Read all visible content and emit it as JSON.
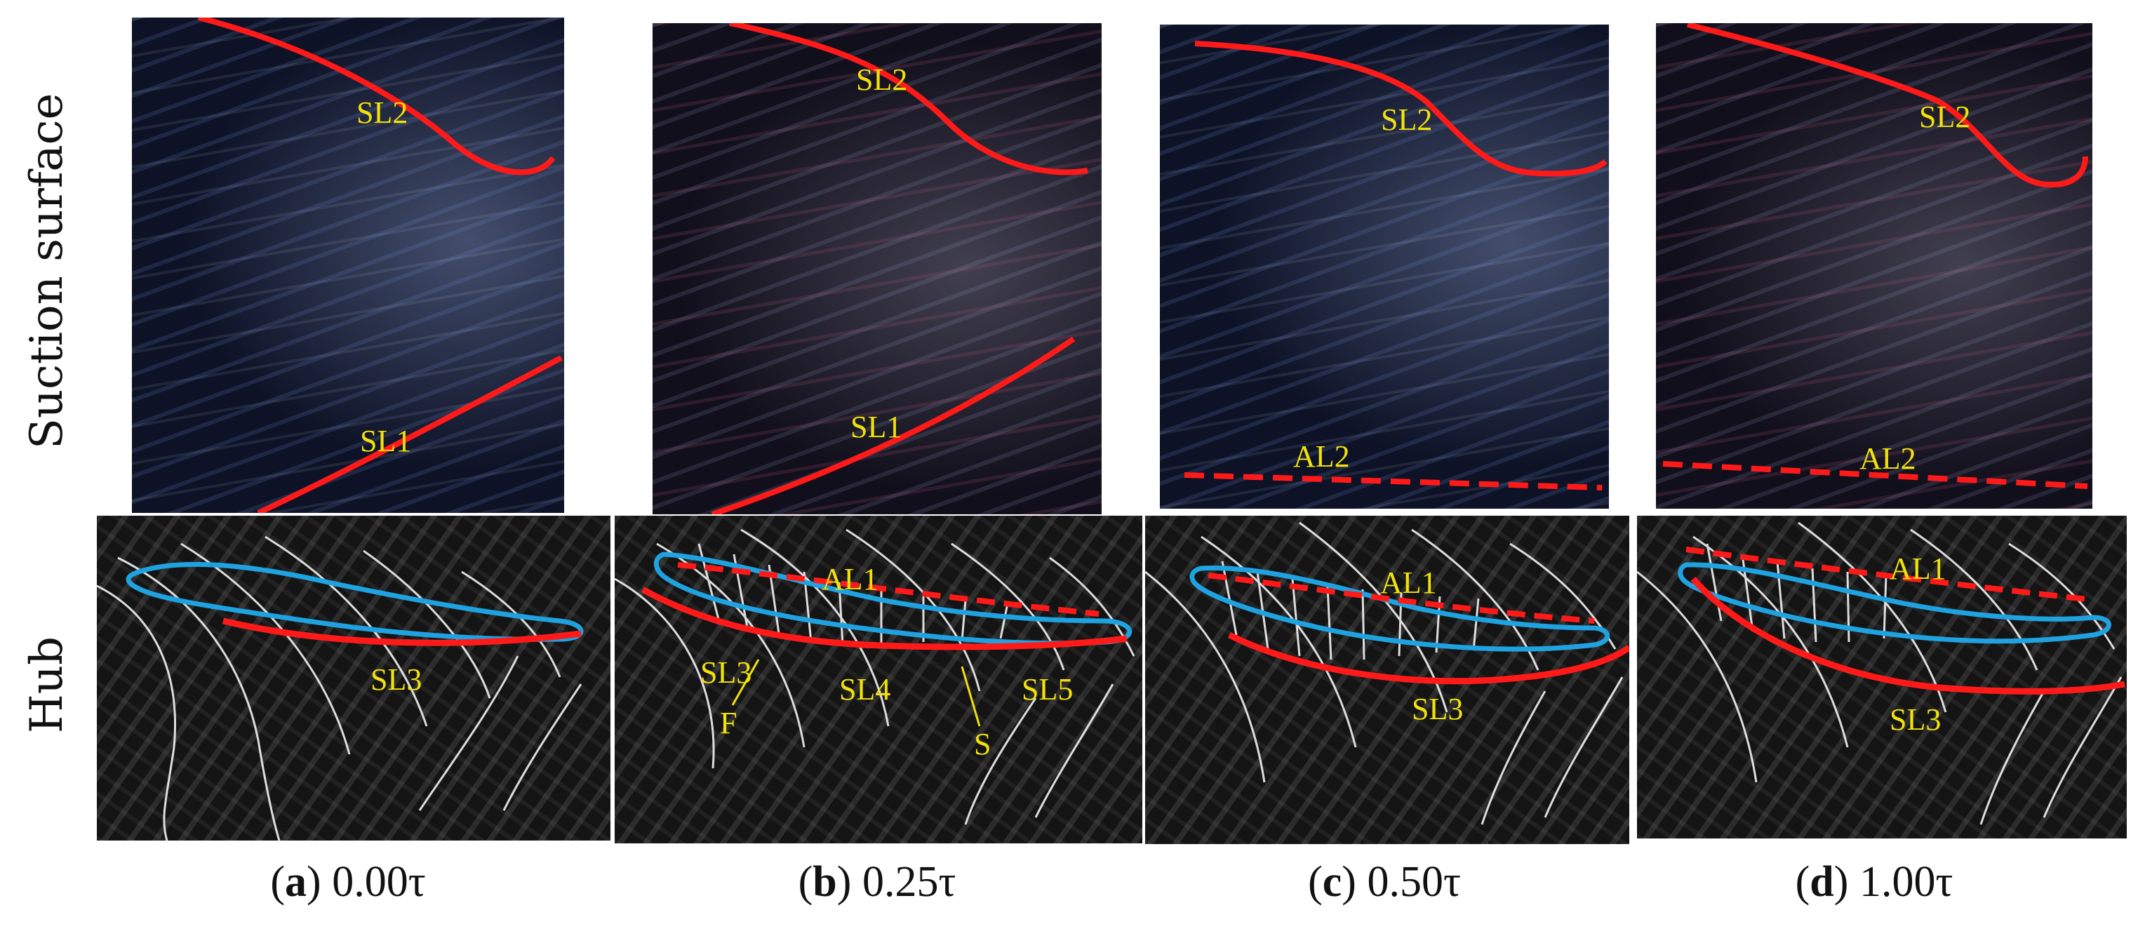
{
  "row_labels": {
    "top": "Suction surface",
    "bottom": "Hub"
  },
  "colors": {
    "separation_line": "#ff1a1a",
    "blade_outline": "#1fa2e0",
    "label_text": "#f2e20a",
    "streamline": "#ffffff"
  },
  "panels": {
    "a": {
      "caption": {
        "open": "(",
        "letter": "a",
        "close": ")",
        "value": " 0.00τ"
      },
      "suction": {
        "sl2": "SL2",
        "sl1": "SL1"
      },
      "hub": {
        "sl3": "SL3"
      }
    },
    "b": {
      "caption": {
        "open": "(",
        "letter": "b",
        "close": ")",
        "value": " 0.25τ"
      },
      "suction": {
        "sl2": "SL2",
        "sl1": "SL1"
      },
      "hub": {
        "al1": "AL1",
        "sl3": "SL3",
        "f": "F",
        "sl4": "SL4",
        "s": "S",
        "sl5": "SL5"
      }
    },
    "c": {
      "caption": {
        "open": "(",
        "letter": "c",
        "close": ")",
        "value": " 0.50τ"
      },
      "suction": {
        "sl2": "SL2",
        "al2": "AL2"
      },
      "hub": {
        "al1": "AL1",
        "sl3": "SL3"
      }
    },
    "d": {
      "caption": {
        "open": "(",
        "letter": "d",
        "close": ")",
        "value": " 1.00τ"
      },
      "suction": {
        "sl2": "SL2",
        "al2": "AL2"
      },
      "hub": {
        "al1": "AL1",
        "sl3": "SL3"
      }
    }
  }
}
